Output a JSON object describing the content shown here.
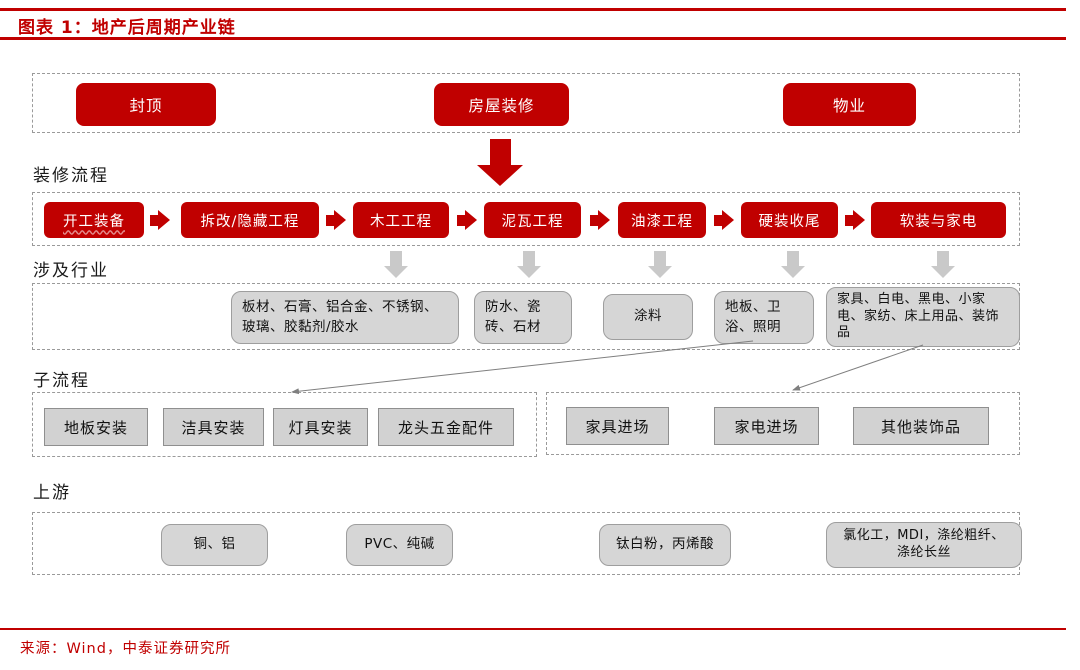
{
  "title": "图表 1：地产后周期产业链",
  "stages": [
    "封顶",
    "房屋装修",
    "物业"
  ],
  "labels": {
    "process": "装修流程",
    "industries": "涉及行业",
    "subprocess": "子流程",
    "upstream": "上游"
  },
  "process_flow": [
    "开工装备",
    "拆改/隐藏工程",
    "木工工程",
    "泥瓦工程",
    "油漆工程",
    "硬装收尾",
    "软装与家电"
  ],
  "industries": [
    "板材、石膏、铝合金、不锈钢、玻璃、胶黏剂/胶水",
    "防水、瓷砖、石材",
    "涂料",
    "地板、卫浴、照明",
    "家具、白电、黑电、小家电、家纺、床上用品、装饰品"
  ],
  "subprocess_left": [
    "地板安装",
    "洁具安装",
    "灯具安装",
    "龙头五金配件"
  ],
  "subprocess_right": [
    "家具进场",
    "家电进场",
    "其他装饰品"
  ],
  "upstream": [
    "铜、铝",
    "PVC、纯碱",
    "钛白粉，丙烯酸",
    "氯化工，MDI，涤纶粗纤、涤纶长丝"
  ],
  "source": "来源：Wind，中泰证券研究所",
  "colors": {
    "accent_red": "#C00000",
    "box_gray_fill": "#D6D6D6",
    "box_gray_border": "#9E9E9E",
    "dashed_border": "#9A9A9A",
    "gray_arrow": "#C9C9C9"
  }
}
